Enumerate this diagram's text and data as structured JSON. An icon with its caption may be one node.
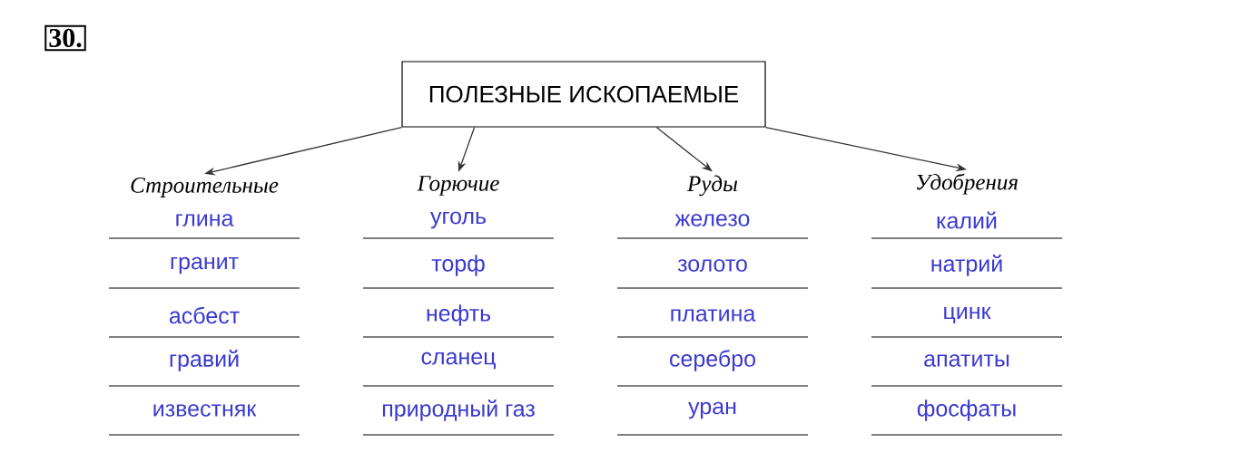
{
  "diagram": {
    "nodes": [
      {
        "text": [
          "ПОЛЕЗНЫЕ ИСКОПАЕМЫЕ"
        ]
      },
      {
        "text": [
          "Строительные"
        ]
      },
      {
        "text": [
          "Горючие"
        ]
      },
      {
        "text": [
          "Руды"
        ]
      },
      {
        "text": [
          "Удобрения"
        ]
      }
    ],
    "edges": [
      {
        "from": 0,
        "to": 1,
        "arrow": "to"
      },
      {
        "from": 0,
        "to": 2,
        "arrow": "to"
      },
      {
        "from": 0,
        "to": 3,
        "arrow": "to"
      },
      {
        "from": 0,
        "to": 4,
        "arrow": "to"
      }
    ],
    "labels": [
      "30.",
      "глина",
      "уголь",
      "железо",
      "калий",
      "гранит",
      "торф",
      "золото",
      "натрий",
      "асбест",
      "нефть",
      "платина",
      "цинк",
      "гравий",
      "сланец",
      "серебро",
      "апатиты",
      "известняк",
      "природный газ",
      "уран",
      "фосфаты"
    ]
  }
}
